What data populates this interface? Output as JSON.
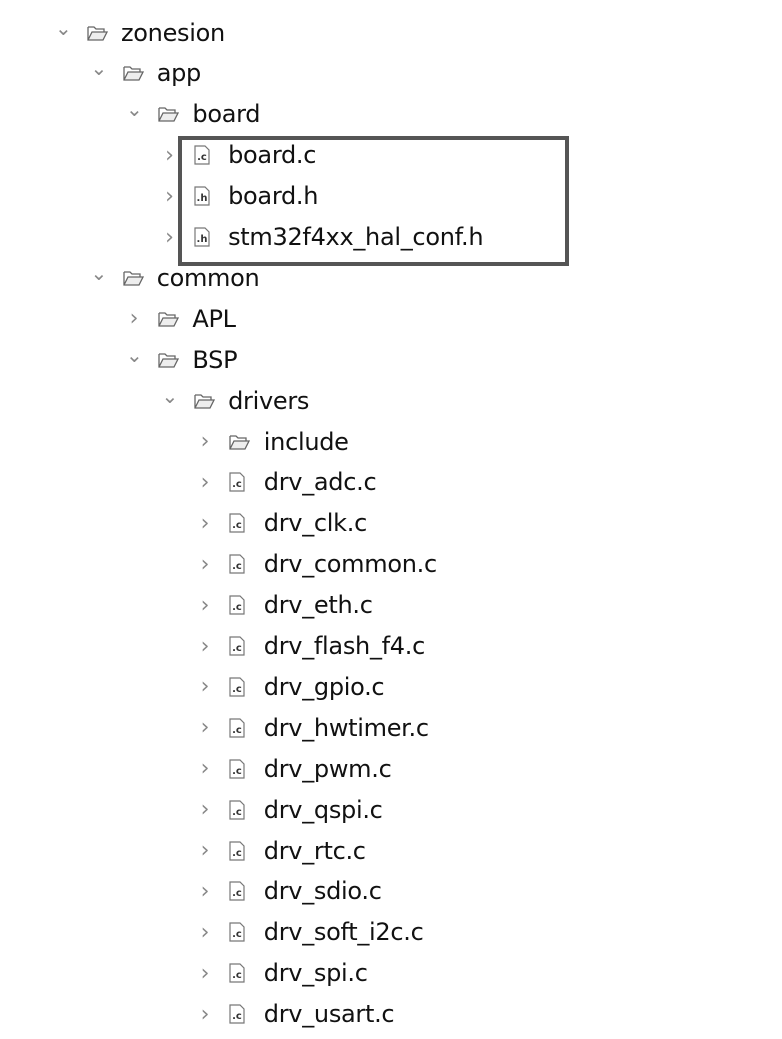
{
  "tree": [
    {
      "label": "zonesion",
      "type": "folder",
      "depth": 0,
      "expanded": true
    },
    {
      "label": "app",
      "type": "folder",
      "depth": 1,
      "expanded": true
    },
    {
      "label": "board",
      "type": "folder",
      "depth": 2,
      "expanded": true
    },
    {
      "label": "board.c",
      "type": "c",
      "depth": 3,
      "expanded": false
    },
    {
      "label": "board.h",
      "type": "h",
      "depth": 3,
      "expanded": false
    },
    {
      "label": "stm32f4xx_hal_conf.h",
      "type": "h",
      "depth": 3,
      "expanded": false
    },
    {
      "label": "common",
      "type": "folder",
      "depth": 1,
      "expanded": true
    },
    {
      "label": "APL",
      "type": "folder",
      "depth": 2,
      "expanded": false
    },
    {
      "label": "BSP",
      "type": "folder",
      "depth": 2,
      "expanded": true
    },
    {
      "label": "drivers",
      "type": "folder",
      "depth": 3,
      "expanded": true
    },
    {
      "label": "include",
      "type": "folder",
      "depth": 4,
      "expanded": false
    },
    {
      "label": "drv_adc.c",
      "type": "c",
      "depth": 4,
      "expanded": false
    },
    {
      "label": "drv_clk.c",
      "type": "c",
      "depth": 4,
      "expanded": false
    },
    {
      "label": "drv_common.c",
      "type": "c",
      "depth": 4,
      "expanded": false
    },
    {
      "label": "drv_eth.c",
      "type": "c",
      "depth": 4,
      "expanded": false
    },
    {
      "label": "drv_flash_f4.c",
      "type": "c",
      "depth": 4,
      "expanded": false
    },
    {
      "label": "drv_gpio.c",
      "type": "c",
      "depth": 4,
      "expanded": false
    },
    {
      "label": "drv_hwtimer.c",
      "type": "c",
      "depth": 4,
      "expanded": false
    },
    {
      "label": "drv_pwm.c",
      "type": "c",
      "depth": 4,
      "expanded": false
    },
    {
      "label": "drv_qspi.c",
      "type": "c",
      "depth": 4,
      "expanded": false
    },
    {
      "label": "drv_rtc.c",
      "type": "c",
      "depth": 4,
      "expanded": false
    },
    {
      "label": "drv_sdio.c",
      "type": "c",
      "depth": 4,
      "expanded": false
    },
    {
      "label": "drv_soft_i2c.c",
      "type": "c",
      "depth": 4,
      "expanded": false
    },
    {
      "label": "drv_spi.c",
      "type": "c",
      "depth": 4,
      "expanded": false
    },
    {
      "label": "drv_usart.c",
      "type": "c",
      "depth": 4,
      "expanded": false
    }
  ]
}
